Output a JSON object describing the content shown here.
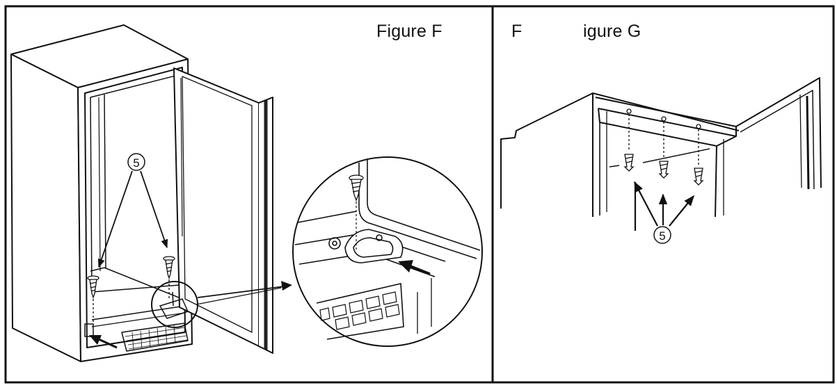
{
  "figure_f": {
    "title": "Figure F",
    "callout_label": "5"
  },
  "figure_g": {
    "title_part1": "F",
    "title_part2": "igure G",
    "callout_label": "5"
  }
}
